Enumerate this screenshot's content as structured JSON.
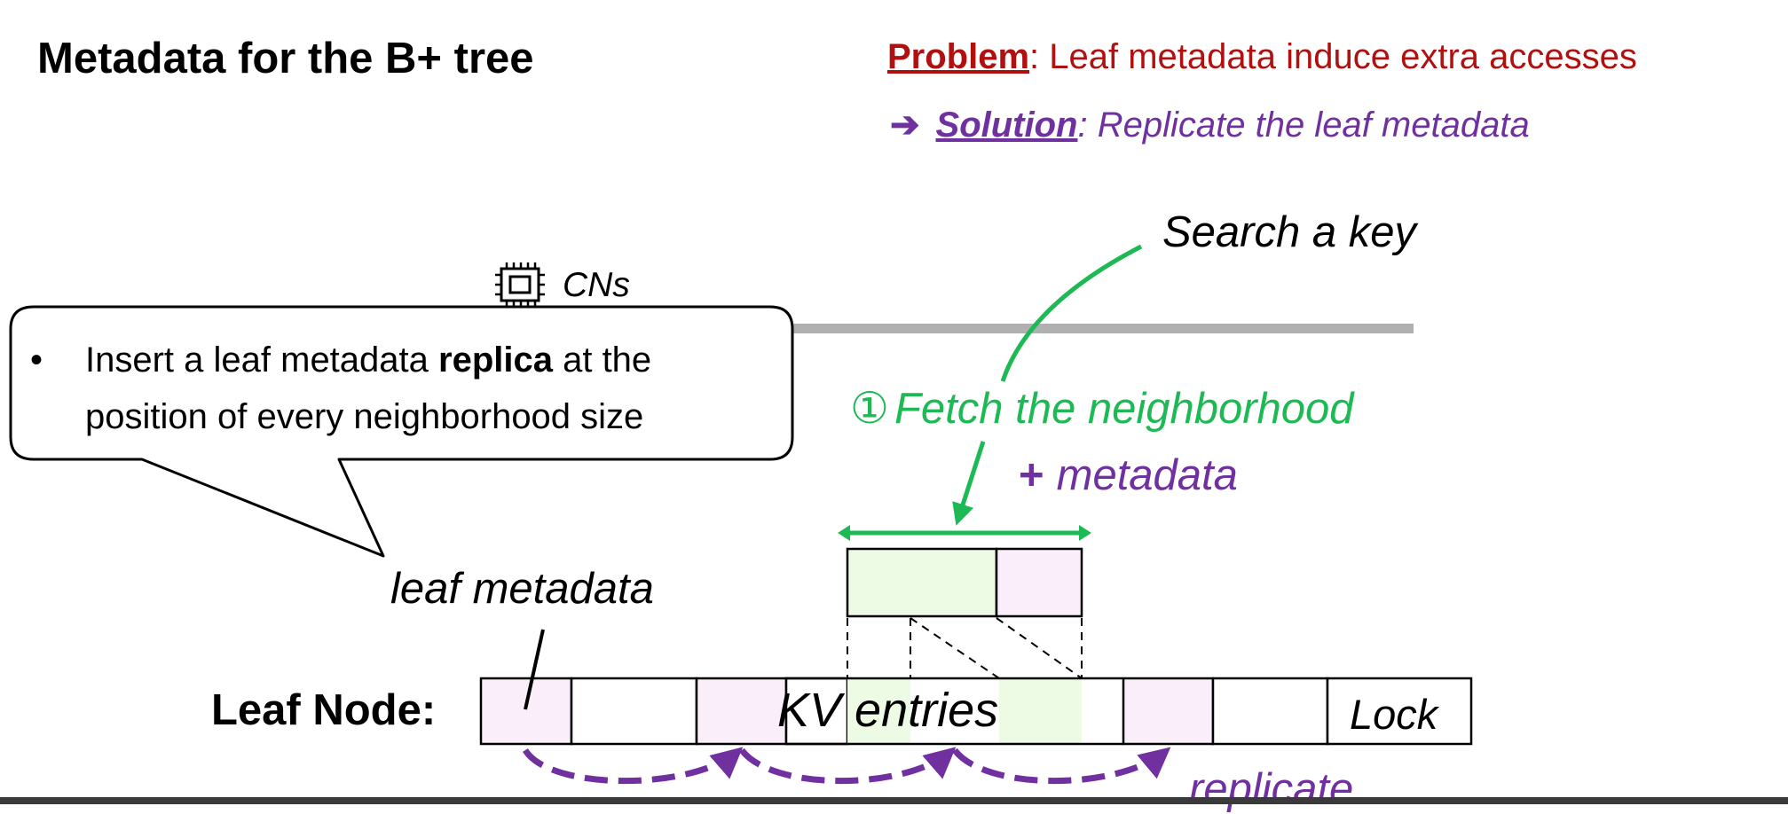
{
  "slide": {
    "title": "Metadata for the B+ tree"
  },
  "problem": {
    "keyword": "Problem",
    "text": ": Leaf metadata induce extra accesses"
  },
  "solution": {
    "arrow": "➔",
    "keyword": "Solution",
    "text": ": Replicate the leaf metadata"
  },
  "diagram": {
    "search_label": "Search a key",
    "cns_label": "CNs",
    "fetch_step_number": "①",
    "fetch_label": "Fetch the neighborhood",
    "metadata_plus": "+",
    "metadata_label": "metadata",
    "leaf_metadata_label": "leaf metadata",
    "leaf_node_label": "Leaf Node:",
    "kv_entries_label": "KV entries",
    "lock_label": "Lock",
    "replicate_label": "replicate"
  },
  "callout": {
    "bullet": "•",
    "text_before": "Insert a leaf metadata ",
    "text_bold": "replica",
    "text_after": " at the position of every neighborhood size"
  },
  "colors": {
    "problem_red": "#b01010",
    "solution_purple": "#7030a0",
    "fetch_green": "#1db954",
    "metadata_fill": "#fbeefb",
    "neighborhood_fill": "#eefbe4",
    "network_bar": "#b0b0b0"
  },
  "icons": {
    "cn": "cpu-chip-icon",
    "solution_arrow": "right-arrow-icon"
  }
}
